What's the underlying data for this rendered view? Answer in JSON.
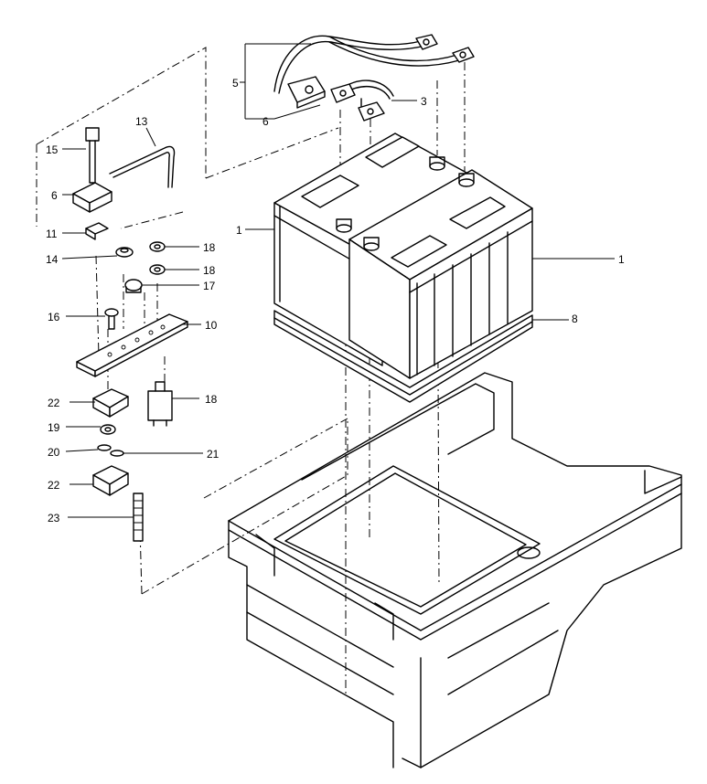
{
  "callouts": [
    {
      "id": "c-5",
      "text": "5"
    },
    {
      "id": "c-6a",
      "text": "6"
    },
    {
      "id": "c-3",
      "text": "3"
    },
    {
      "id": "c-13",
      "text": "13"
    },
    {
      "id": "c-15",
      "text": "15"
    },
    {
      "id": "c-6b",
      "text": "6"
    },
    {
      "id": "c-11",
      "text": "11"
    },
    {
      "id": "c-14",
      "text": "14"
    },
    {
      "id": "c-18a",
      "text": "18"
    },
    {
      "id": "c-18b",
      "text": "18"
    },
    {
      "id": "c-17",
      "text": "17"
    },
    {
      "id": "c-16",
      "text": "16"
    },
    {
      "id": "c-10",
      "text": "10"
    },
    {
      "id": "c-22a",
      "text": "22"
    },
    {
      "id": "c-18c",
      "text": "18"
    },
    {
      "id": "c-19",
      "text": "19"
    },
    {
      "id": "c-20",
      "text": "20"
    },
    {
      "id": "c-21",
      "text": "21"
    },
    {
      "id": "c-22b",
      "text": "22"
    },
    {
      "id": "c-23",
      "text": "23"
    },
    {
      "id": "c-1a",
      "text": "1"
    },
    {
      "id": "c-1b",
      "text": "1"
    },
    {
      "id": "c-8",
      "text": "8"
    }
  ]
}
